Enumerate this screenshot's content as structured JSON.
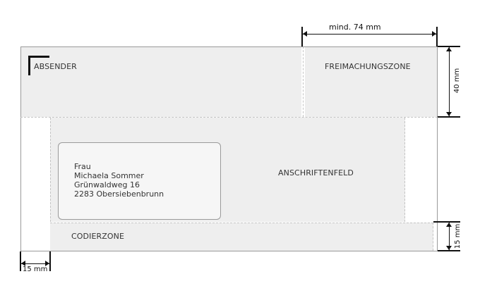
{
  "zones": {
    "sender": "ABSENDER",
    "postage": "FREIMACHUNGSZONE",
    "address_field": "ANSCHRIFTENFELD",
    "coding": "CODIERZONE"
  },
  "address": {
    "lines": [
      "Frau",
      "Michaela Sommer",
      "Grünwaldweg 16",
      "2283 Obersiebenbrunn"
    ]
  },
  "dimensions": {
    "postage_width": "mind. 74 mm",
    "top_height": "40 mm",
    "coding_height": "15 mm",
    "left_margin": "15 mm"
  },
  "colors": {
    "zone_fill": "#eeeeee",
    "address_window": "#f6f6f6",
    "dashed_line": "#c4c4c4",
    "dimension_line": "#111111"
  }
}
